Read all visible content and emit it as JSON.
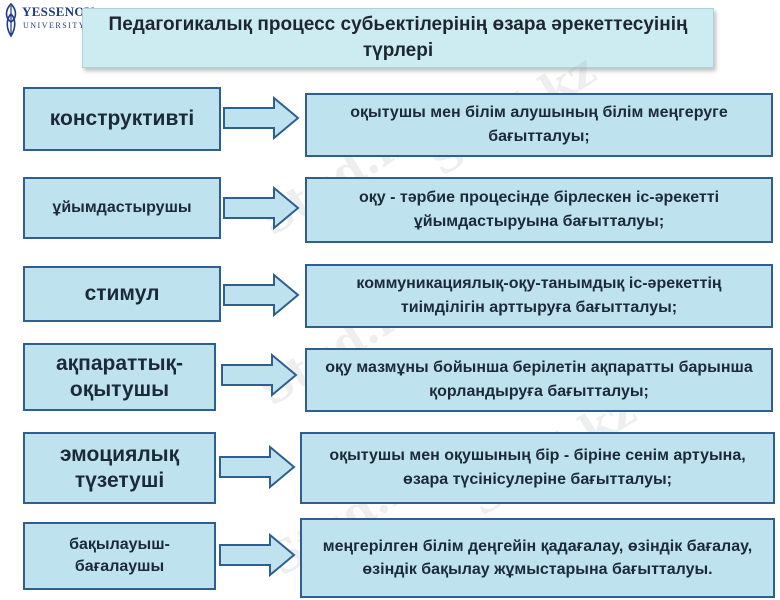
{
  "logo": {
    "name": "YESSENOV",
    "sub": "UNIVERSITY"
  },
  "title": "Педагогикалық процесс субьектілерінің өзара әрекеттесуінің түрлері",
  "rows": [
    {
      "left": "конструктивті",
      "right": "оқытушы  мен  білім алушының  білім меңгеруге  бағытталуы;"
    },
    {
      "left": "ұйымдастырушы",
      "right": "оқу - тәрбие  процесінде  бірлескен іс-әрекетті  ұйымдастыруына  бағытталуы;"
    },
    {
      "left": "стимул",
      "right": "коммуникациялық-оқу-танымдық  іс-әрекеттің тиімділігін арттыруға бағытталуы;"
    },
    {
      "left": "ақпараттық-оқытушы",
      "right": "оқу мазмұны бойынша берілетін ақпаратты барынша қорландыруға бағытталуы;"
    },
    {
      "left": "эмоциялық түзетуші",
      "right": "оқытушы  мен  оқушының бір - біріне сенім артуына, өзара түсінісулеріне бағытталуы;"
    },
    {
      "left": "бақылауыш-бағалаушы",
      "right": "меңгерілген  білім деңгейін қадағалау, өзіндік бағалау,  өзіндік бақылау жұмыстарына бағытталуы."
    }
  ],
  "watermark": "Stud.kz",
  "colors": {
    "box_fill": "#bfe3ee",
    "box_border": "#2f5f8f",
    "title_fill": "#ccecf2"
  }
}
